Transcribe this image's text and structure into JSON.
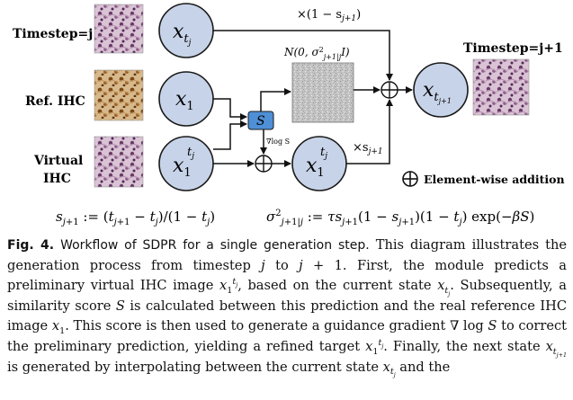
{
  "diagram": {
    "labels": {
      "timestep_j": "Timestep=j",
      "ref_ihc": "Ref. IHC",
      "virtual_ihc_line1": "Virtual",
      "virtual_ihc_line2": "IHC",
      "timestep_j1": "Timestep=j+1",
      "legend_text": "Element-wise addition",
      "s_box": "S",
      "grad_label": "∇log S",
      "weight_top": "×(1 − s",
      "weight_top_sub": "j+1",
      "weight_top_close": ")",
      "weight_bottom": "×s",
      "weight_bottom_sub": "j+1",
      "noise_label": "N(0, σ",
      "noise_label_sub": "j+1|j",
      "noise_label_tail": "I)",
      "node_xtj": "x",
      "node_x1": "x",
      "node_x1_sub": "1",
      "node_tj_sup": "t",
      "node_tj_sup_sub": "j",
      "node_xtj1_sub": "t",
      "node_xtj1_subsub": "j+1"
    },
    "colors": {
      "node_fill": "#c7d3e8",
      "node_stroke": "#1a1a1a",
      "s_box_fill": "#4f8fd6",
      "noise_fill": "#c8c8c8",
      "tissue_purple": "#7a4a78",
      "tissue_brown": "#8a5a2a"
    },
    "equations": {
      "eq1": "s_{j+1} := (t_{j+1} − t_j)/(1 − t_j)",
      "eq2": "σ²_{j+1|j} := τ s_{j+1}(1 − s_{j+1})(1 − t_j) exp(−βS)"
    }
  },
  "caption": {
    "fig_label": "Fig. 4.",
    "fig_title": "Workflow of SDPR for a single generation step.",
    "body_lines": [
      "This diagram illustrates the generation process from timestep j to j + 1. First, the module predicts a preliminary virtual IHC image x_1^{t_j}, based on the current state x_{t_j}. Subsequently, a similarity score S is calculated between this prediction and the real reference IHC image x_1. This score is then used to generate a guidance gradient ∇ log S to correct the preliminary prediction, yielding a refined target x_1^{t_j}. Finally, the next state x_{t_{j+1}} is generated by interpolating between the current state x_{t_j} and the"
    ]
  }
}
